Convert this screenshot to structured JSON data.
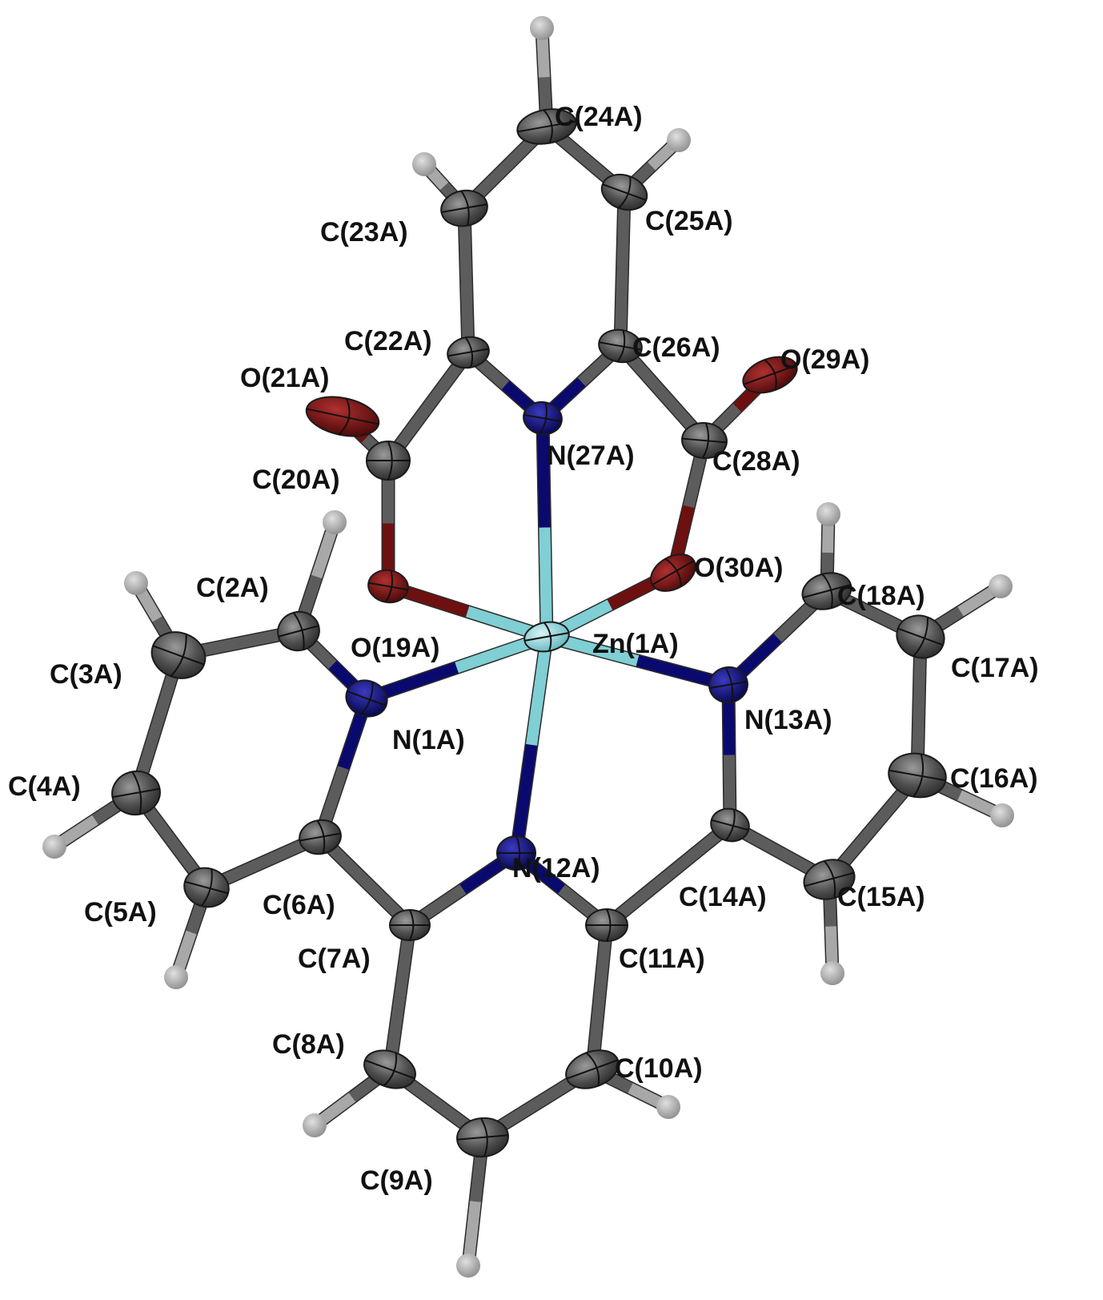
{
  "colors": {
    "background": "#ffffff",
    "carbon": "#4a4a4a",
    "hydrogen": "#a8a8a8",
    "nitrogen": "#0a0a6e",
    "oxygen": "#6e1010",
    "zinc": "#7fcfd4",
    "bond_c": "#5c5c5c",
    "bond_zn": "#7fcfd4",
    "label": "#111111"
  },
  "atoms": [
    {
      "id": "Zn1A",
      "el": "Zn",
      "label": "Zn(1A)"
    },
    {
      "id": "N1A",
      "el": "N",
      "label": "N(1A)"
    },
    {
      "id": "C2A",
      "el": "C",
      "label": "C(2A)"
    },
    {
      "id": "C3A",
      "el": "C",
      "label": "C(3A)"
    },
    {
      "id": "C4A",
      "el": "C",
      "label": "C(4A)"
    },
    {
      "id": "C5A",
      "el": "C",
      "label": "C(5A)"
    },
    {
      "id": "C6A",
      "el": "C",
      "label": "C(6A)"
    },
    {
      "id": "C7A",
      "el": "C",
      "label": "C(7A)"
    },
    {
      "id": "C8A",
      "el": "C",
      "label": "C(8A)"
    },
    {
      "id": "C9A",
      "el": "C",
      "label": "C(9A)"
    },
    {
      "id": "C10A",
      "el": "C",
      "label": "C(10A)"
    },
    {
      "id": "C11A",
      "el": "C",
      "label": "C(11A)"
    },
    {
      "id": "N12A",
      "el": "N",
      "label": "N(12A)"
    },
    {
      "id": "N13A",
      "el": "N",
      "label": "N(13A)"
    },
    {
      "id": "C14A",
      "el": "C",
      "label": "C(14A)"
    },
    {
      "id": "C15A",
      "el": "C",
      "label": "C(15A)"
    },
    {
      "id": "C16A",
      "el": "C",
      "label": "C(16A)"
    },
    {
      "id": "C17A",
      "el": "C",
      "label": "C(17A)"
    },
    {
      "id": "C18A",
      "el": "C",
      "label": "C(18A)"
    },
    {
      "id": "O19A",
      "el": "O",
      "label": "O(19A)"
    },
    {
      "id": "C20A",
      "el": "C",
      "label": "C(20A)"
    },
    {
      "id": "O21A",
      "el": "O",
      "label": "O(21A)"
    },
    {
      "id": "C22A",
      "el": "C",
      "label": "C(22A)"
    },
    {
      "id": "C23A",
      "el": "C",
      "label": "C(23A)"
    },
    {
      "id": "C24A",
      "el": "C",
      "label": "C(24A)"
    },
    {
      "id": "C25A",
      "el": "C",
      "label": "C(25A)"
    },
    {
      "id": "C26A",
      "el": "C",
      "label": "C(26A)"
    },
    {
      "id": "N27A",
      "el": "N",
      "label": "N(27A)"
    },
    {
      "id": "C28A",
      "el": "C",
      "label": "C(28A)"
    },
    {
      "id": "O29A",
      "el": "O",
      "label": "O(29A)"
    },
    {
      "id": "O30A",
      "el": "O",
      "label": "O(30A)"
    },
    {
      "id": "H2",
      "el": "H"
    },
    {
      "id": "H3",
      "el": "H"
    },
    {
      "id": "H4",
      "el": "H"
    },
    {
      "id": "H5",
      "el": "H"
    },
    {
      "id": "H8",
      "el": "H"
    },
    {
      "id": "H9",
      "el": "H"
    },
    {
      "id": "H10",
      "el": "H"
    },
    {
      "id": "H15",
      "el": "H"
    },
    {
      "id": "H16",
      "el": "H"
    },
    {
      "id": "H17",
      "el": "H"
    },
    {
      "id": "H18",
      "el": "H"
    },
    {
      "id": "H23",
      "el": "H"
    },
    {
      "id": "H24",
      "el": "H"
    },
    {
      "id": "H25",
      "el": "H"
    }
  ],
  "bonds": [
    [
      "Zn1A",
      "N1A"
    ],
    [
      "Zn1A",
      "N12A"
    ],
    [
      "Zn1A",
      "N13A"
    ],
    [
      "Zn1A",
      "N27A"
    ],
    [
      "Zn1A",
      "O19A"
    ],
    [
      "Zn1A",
      "O30A"
    ],
    [
      "N1A",
      "C2A"
    ],
    [
      "C2A",
      "C3A"
    ],
    [
      "C3A",
      "C4A"
    ],
    [
      "C4A",
      "C5A"
    ],
    [
      "C5A",
      "C6A"
    ],
    [
      "C6A",
      "N1A"
    ],
    [
      "C6A",
      "C7A"
    ],
    [
      "C7A",
      "N12A"
    ],
    [
      "C7A",
      "C8A"
    ],
    [
      "C8A",
      "C9A"
    ],
    [
      "C9A",
      "C10A"
    ],
    [
      "C10A",
      "C11A"
    ],
    [
      "C11A",
      "N12A"
    ],
    [
      "C11A",
      "C14A"
    ],
    [
      "C14A",
      "N13A"
    ],
    [
      "N13A",
      "C18A"
    ],
    [
      "C18A",
      "C17A"
    ],
    [
      "C17A",
      "C16A"
    ],
    [
      "C16A",
      "C15A"
    ],
    [
      "C15A",
      "C14A"
    ],
    [
      "O19A",
      "C20A"
    ],
    [
      "C20A",
      "O21A"
    ],
    [
      "C20A",
      "C22A"
    ],
    [
      "C22A",
      "N27A"
    ],
    [
      "C22A",
      "C23A"
    ],
    [
      "C23A",
      "C24A"
    ],
    [
      "C24A",
      "C25A"
    ],
    [
      "C25A",
      "C26A"
    ],
    [
      "C26A",
      "N27A"
    ],
    [
      "C26A",
      "C28A"
    ],
    [
      "C28A",
      "O29A"
    ],
    [
      "C28A",
      "O30A"
    ],
    [
      "C2A",
      "H2"
    ],
    [
      "C3A",
      "H3"
    ],
    [
      "C4A",
      "H4"
    ],
    [
      "C5A",
      "H5"
    ],
    [
      "C8A",
      "H8"
    ],
    [
      "C9A",
      "H9"
    ],
    [
      "C10A",
      "H10"
    ],
    [
      "C15A",
      "H15"
    ],
    [
      "C16A",
      "H16"
    ],
    [
      "C17A",
      "H17"
    ],
    [
      "C18A",
      "H18"
    ],
    [
      "C23A",
      "H23"
    ],
    [
      "C24A",
      "H24"
    ],
    [
      "C25A",
      "H25"
    ]
  ]
}
